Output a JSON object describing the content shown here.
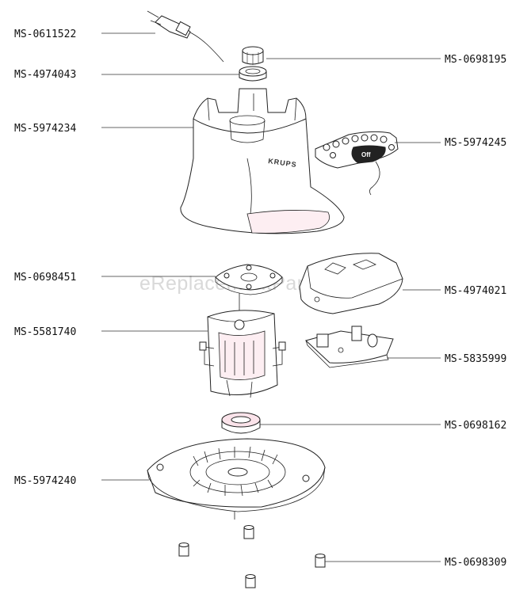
{
  "watermark": "eReplacementParts.com",
  "brand_mark": "KRUPS",
  "switch_text": "Off",
  "callouts": {
    "power_cord": "MS-0611522",
    "coupling_top": "MS-0698195",
    "seal_ring": "MS-4974043",
    "housing": "MS-5974234",
    "control_panel": "MS-5974245",
    "motor_support": "MS-0698451",
    "cover_plate": "MS-4974021",
    "motor": "MS-5581740",
    "circuit_board": "MS-5835999",
    "damper_ring": "MS-0698162",
    "base_plate": "MS-5974240",
    "foot": "MS-0698309"
  },
  "colors": {
    "line": "#222222",
    "tint": "#fbe3ea",
    "watermark": "#d9d9d9"
  }
}
